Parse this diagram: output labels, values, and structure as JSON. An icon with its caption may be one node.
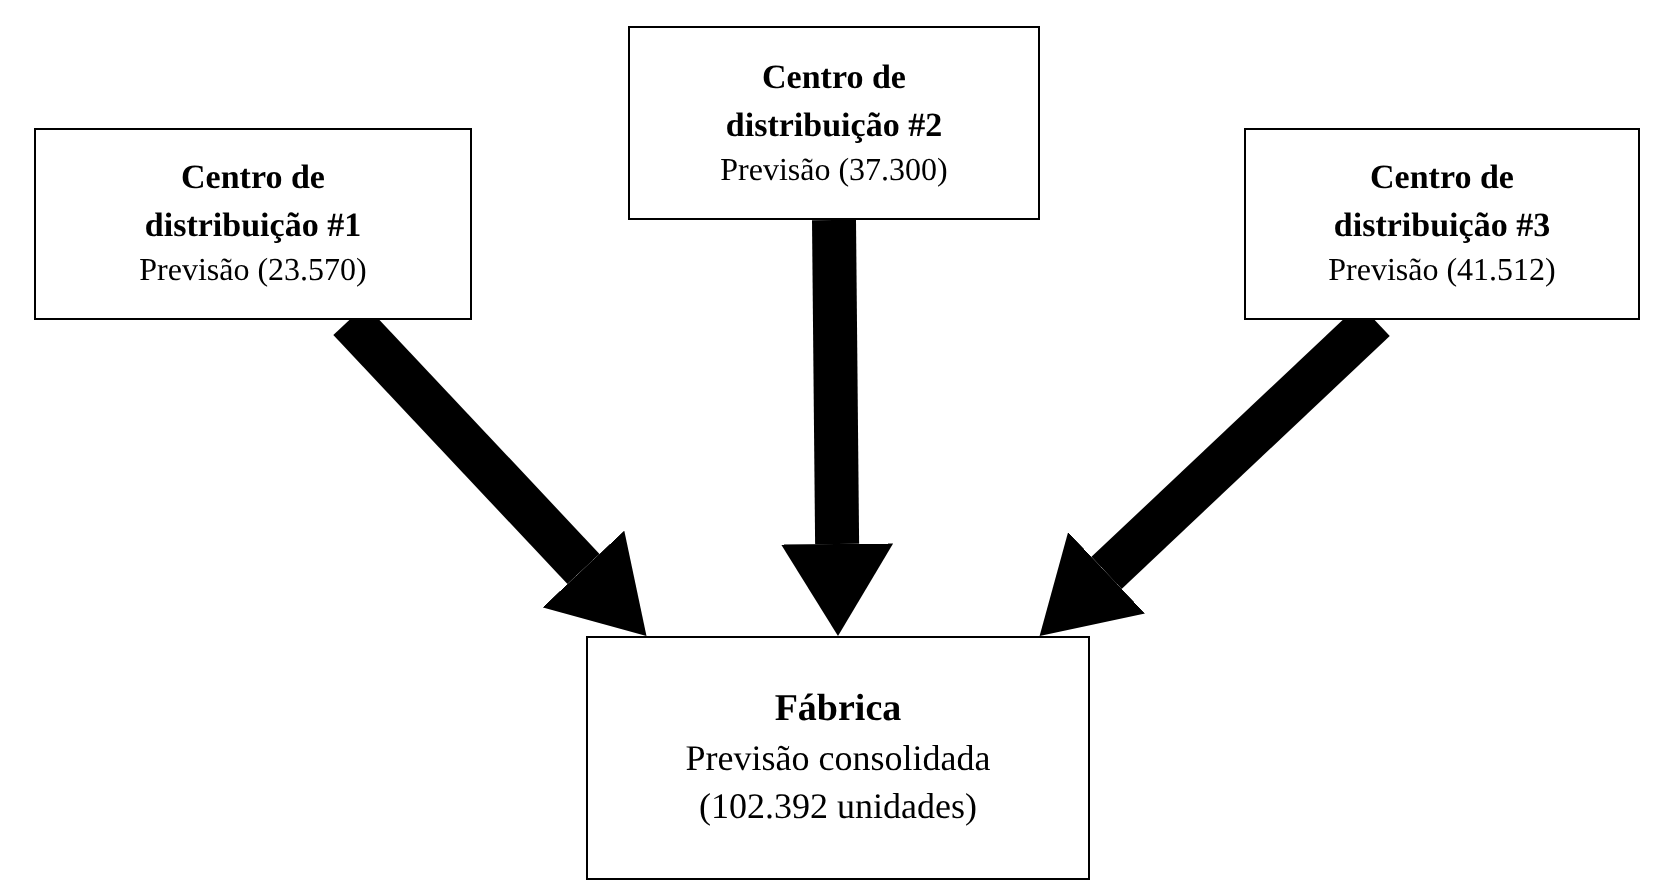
{
  "diagram": {
    "nodes": [
      {
        "text": [
          "Centro de distribuição #1",
          "Previsão (23.570)"
        ]
      },
      {
        "text": [
          "Centro de distribuição #2",
          "Previsão (37.300)"
        ]
      },
      {
        "text": [
          "Centro de distribuição #3",
          "Previsão (41.512)"
        ]
      },
      {
        "text": [
          "Fábrica",
          "Previsão consolidada (102.392 unidades)"
        ]
      }
    ],
    "edges": [
      {
        "from": 0,
        "to": 3,
        "arrow": "to"
      },
      {
        "from": 1,
        "to": 3,
        "arrow": "to"
      },
      {
        "from": 2,
        "to": 3,
        "arrow": "to"
      }
    ]
  }
}
